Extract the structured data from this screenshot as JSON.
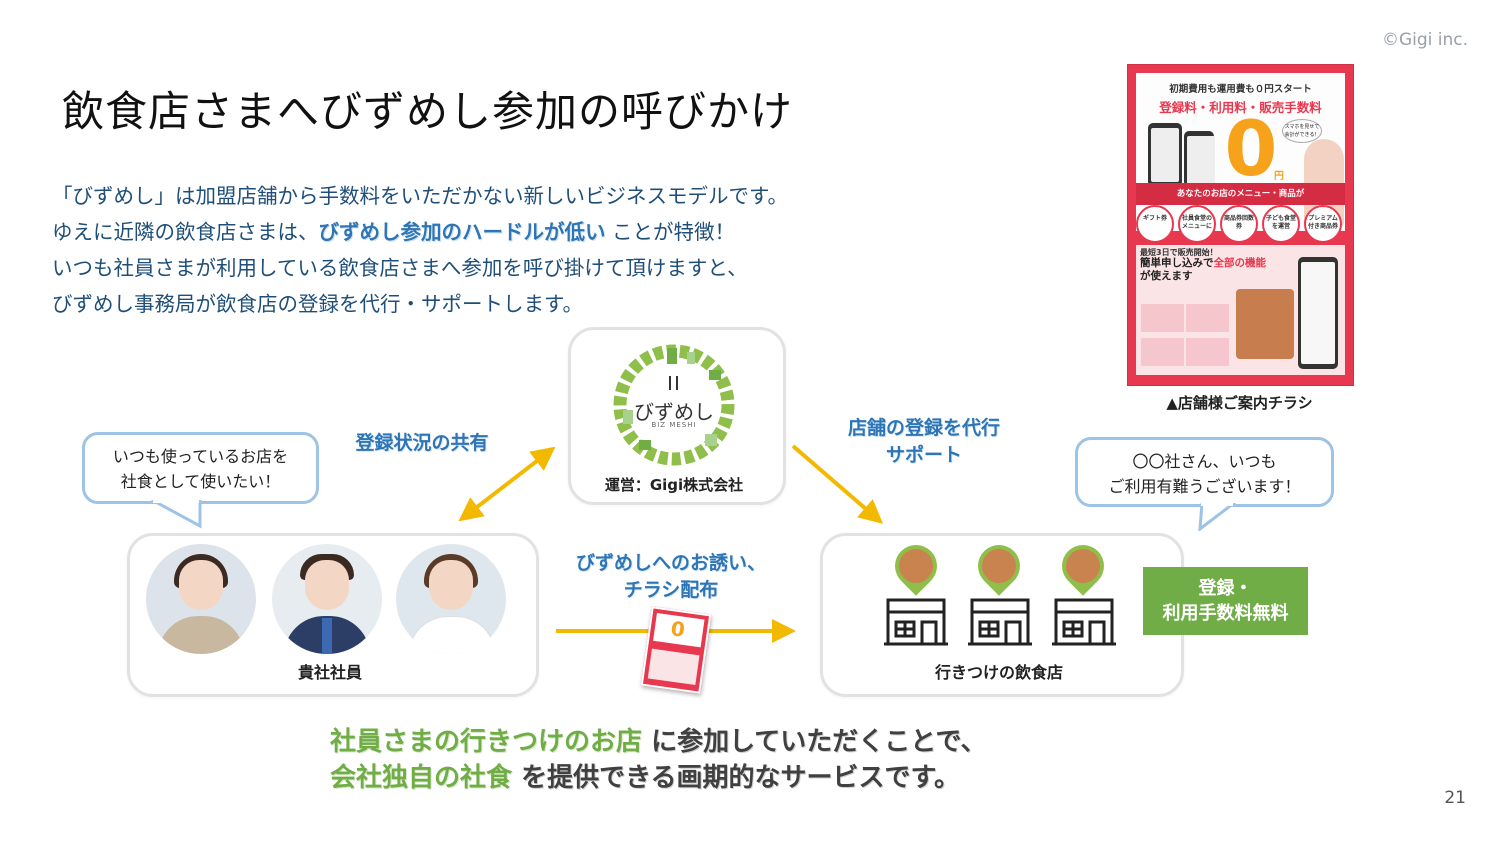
{
  "copyright": "©Gigi inc.",
  "page_number": "21",
  "title": "飲食店さまへびずめし参加の呼びかけ",
  "intro": {
    "line1": "「びずめし」は加盟店舗から手数料をいただかない新しいビジネスモデルです。",
    "line2_pre": "ゆえに近隣の飲食店さまは、",
    "line2_highlight": "びずめし参加のハードルが低い",
    "line2_post": " ことが特徴！",
    "line3": "いつも社員さまが利用している飲食店さまへ参加を呼び掛けて頂けますと、",
    "line4": "びずめし事務局が飲食店の登録を代行・サポートします。"
  },
  "center": {
    "logo_text": "びずめし",
    "logo_sub": "BIZ MESHI",
    "operator": "運営：Gigi株式会社"
  },
  "labels": {
    "share_status": "登録状況の共有",
    "support_line1": "店舗の登録を代行",
    "support_line2": "サポート",
    "invite_line1": "びずめしへのお誘い、",
    "invite_line2": "チラシ配布"
  },
  "bubbles": {
    "left_line1": "いつも使っているお店を",
    "left_line2": "社食として使いたい！",
    "right_line1": "〇〇社さん、いつも",
    "right_line2": "ご利用有難うございます！"
  },
  "employees": {
    "label": "貴社社員"
  },
  "restaurants": {
    "label": "行きつけの飲食店"
  },
  "free_badge": {
    "line1": "登録・",
    "line2": "利用手数料無料"
  },
  "flyer": {
    "caption": "▲店舗様ご案内チラシ",
    "line1": "初期費用も運用費も０円スタート",
    "line2": "登録料・利用料・販売手数料",
    "zero": "0",
    "yen": "円",
    "bubble": "スマホを見せて会計ができる！",
    "band": "あなたのお店のメニュー・商品が",
    "circles": [
      "ギフト券",
      "社員食堂のメニューに",
      "商品券回数券",
      "子ども食堂を運営",
      "プレミアム付き商品券"
    ],
    "mid1": "最短3日で販売開始！",
    "mid2a": "簡単申し込みで",
    "mid2b": "全部の機能",
    "mid2c": "が使えます"
  },
  "bottom": {
    "line1_green": "社員さまの行きつけのお店",
    "line1_rest": " に参加していただくことで、",
    "line2_green": "会社独自の社食",
    "line2_rest": " を提供できる画期的なサービスです。"
  },
  "colors": {
    "accent_blue": "#2e75b6",
    "accent_green": "#70ad47",
    "arrow_yellow": "#f2b900",
    "flyer_red": "#e8384f"
  }
}
